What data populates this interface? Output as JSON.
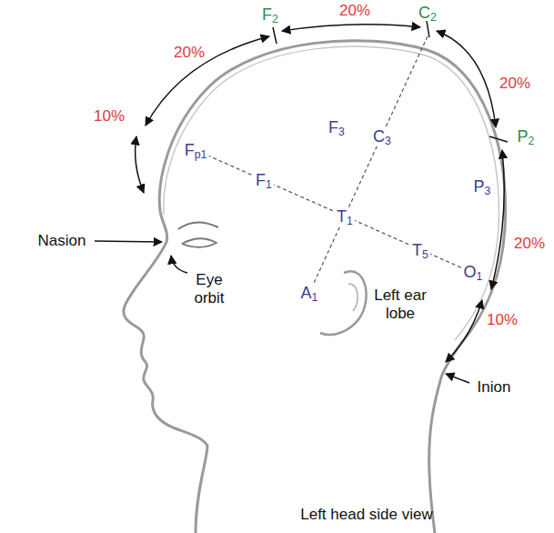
{
  "diagram": {
    "caption": "Left head side view",
    "labels": [
      "F2",
      "20%",
      "C2",
      "20%",
      "10%",
      "20%",
      "P2",
      "Fp1",
      "F3",
      "C3",
      "P3",
      "F1",
      "T1",
      "Nasion",
      "20%",
      "T5",
      "O1",
      "Eye orbit",
      "A1",
      "Left ear lobe",
      "10%",
      "Inion"
    ]
  }
}
